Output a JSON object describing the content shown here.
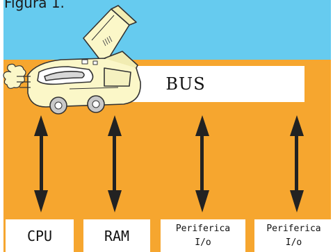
{
  "figure": {
    "caption": "Figura 1."
  },
  "bus": {
    "label": "BUS"
  },
  "components": [
    {
      "line1": "CPU",
      "line2": ""
    },
    {
      "line1": "RAM",
      "line2": ""
    },
    {
      "line1": "Periferica",
      "line2": "I/o"
    },
    {
      "line1": "Periferica",
      "line2": "I/o"
    }
  ],
  "colors": {
    "sky": "#66cbef",
    "ground": "#f6a62f",
    "boxes": "#ffffff",
    "arrows": "#222222",
    "car": "#fbf7c8"
  },
  "icons": [
    "computer-car-illustration",
    "double-headed-arrow"
  ]
}
